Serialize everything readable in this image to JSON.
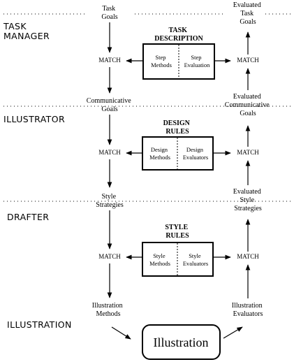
{
  "layers": [
    {
      "id": "task-manager",
      "lines": [
        "TASK",
        "MANAGER"
      ]
    },
    {
      "id": "illustrator",
      "lines": [
        "ILLUSTRATOR"
      ]
    },
    {
      "id": "drafter",
      "lines": [
        "DRAFTER"
      ]
    },
    {
      "id": "illustration",
      "lines": [
        "ILLUSTRATION"
      ]
    }
  ],
  "left_nodes": {
    "task_goals": [
      "Task",
      "Goals"
    ],
    "communicative_goals": [
      "Communicative",
      "Goals"
    ],
    "style_strategies": [
      "Style",
      "Strategies"
    ],
    "illustration_methods": [
      "Illustration",
      "Methods"
    ]
  },
  "right_nodes": {
    "evaluated_task_goals": [
      "Evaluated",
      "Task",
      "Goals"
    ],
    "evaluated_communicative_goals": [
      "Evaluated",
      "Communicative",
      "Goals"
    ],
    "evaluated_style_strategies": [
      "Evaluated",
      "Style",
      "Strategies"
    ],
    "illustration_evaluators": [
      "Illustration",
      "Evaluators"
    ]
  },
  "match_label": "MATCH",
  "boxes": [
    {
      "id": "task-description",
      "title": [
        "TASK",
        "DESCRIPTION"
      ],
      "left": [
        "Step",
        "Methods"
      ],
      "right": [
        "Step",
        "Evaluation"
      ]
    },
    {
      "id": "design-rules",
      "title": [
        "DESIGN",
        "RULES"
      ],
      "left": [
        "Design",
        "Methods"
      ],
      "right": [
        "Design",
        "Evaluators"
      ]
    },
    {
      "id": "style-rules",
      "title": [
        "STYLE",
        "RULES"
      ],
      "left": [
        "Style",
        "Methods"
      ],
      "right": [
        "Style",
        "Evaluators"
      ]
    }
  ],
  "illustration_box": "Illustration"
}
